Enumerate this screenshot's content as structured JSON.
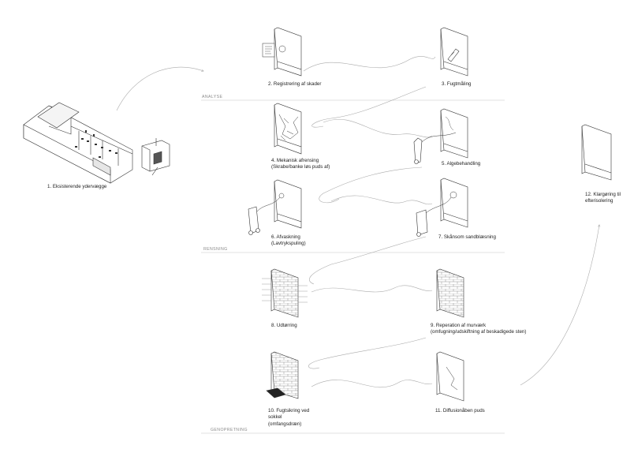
{
  "sections": {
    "analysis": "ANALYSE",
    "cleaning": "RENSNING",
    "restoration": "GENOPRETNING"
  },
  "steps": {
    "s1": "1.  Eksisterende ydervægge",
    "s2": "2. Registrering af skader",
    "s3": "3. Fugtmåling",
    "s4_l1": "4. Mekanisk afrensing",
    "s4_l2": "(Skrabe/banke løs puds af)",
    "s5": "5. Algebehandling",
    "s6_l1": "6. Afvaskning",
    "s6_l2": "(Lavtrykspuling)",
    "s7": "7. Skånsom sandblæsning",
    "s8": "8. Udtørring",
    "s9_l1": "9. Reperation af murværk",
    "s9_l2": "(omfugning/udskiftning af beskadigede sten)",
    "s10_l1": "10. Fugtsikring ved",
    "s10_l2": "sokkel",
    "s10_l3": "(omfangsdræn)",
    "s11": "11. Diffusionåben puds",
    "s12_l1": "12. Klargøring til",
    "s12_l2": "efterisolering"
  },
  "colors": {
    "line": "#333333",
    "divider": "#bdbdbd",
    "flow": "#a8a8a8",
    "label": "#222222"
  }
}
